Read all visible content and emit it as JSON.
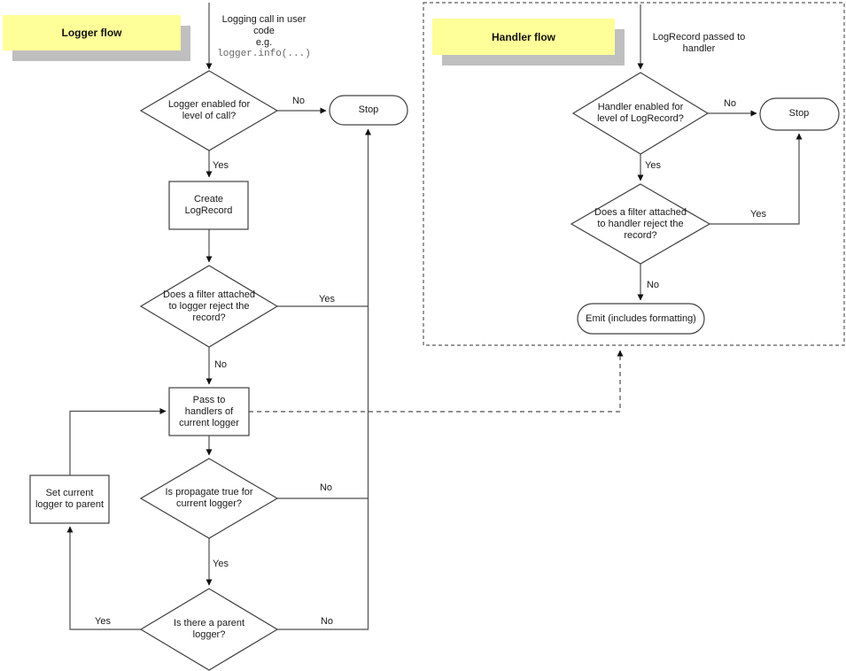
{
  "logger_flow": {
    "title": "Logger flow",
    "entry": {
      "text": "Logging call in user code",
      "eg": "e.g.",
      "code": "logger.info(...)"
    },
    "nodes": {
      "enabled_q": "Logger enabled for level of call?",
      "stop": "Stop",
      "create": "Create LogRecord",
      "filter_q": "Does a filter attached to logger reject the record?",
      "pass": "Pass to handlers of current logger",
      "propagate_q": "Is propagate true for current logger?",
      "set_parent": "Set current logger to parent",
      "parent_q": "Is there a parent logger?"
    },
    "edge_labels": {
      "enabled_no": "No",
      "enabled_yes": "Yes",
      "filter_yes": "Yes",
      "filter_no": "No",
      "propagate_no": "No",
      "propagate_yes": "Yes",
      "parent_yes": "Yes",
      "parent_no": "No"
    }
  },
  "handler_flow": {
    "title": "Handler flow",
    "entry": {
      "text": "LogRecord passed to handler"
    },
    "nodes": {
      "enabled_q": "Handler enabled for level of LogRecord?",
      "stop": "Stop",
      "filter_q": "Does a filter attached to handler reject the record?",
      "emit": "Emit (includes formatting)"
    },
    "edge_labels": {
      "enabled_no": "No",
      "enabled_yes": "Yes",
      "filter_yes": "Yes",
      "filter_no": "No"
    }
  },
  "colors": {
    "note_background": "#ffff99",
    "note_shadow": "#bfbfbf",
    "line": "#4d4d4d",
    "code_text": "#666666",
    "canvas": "#ffffff"
  }
}
